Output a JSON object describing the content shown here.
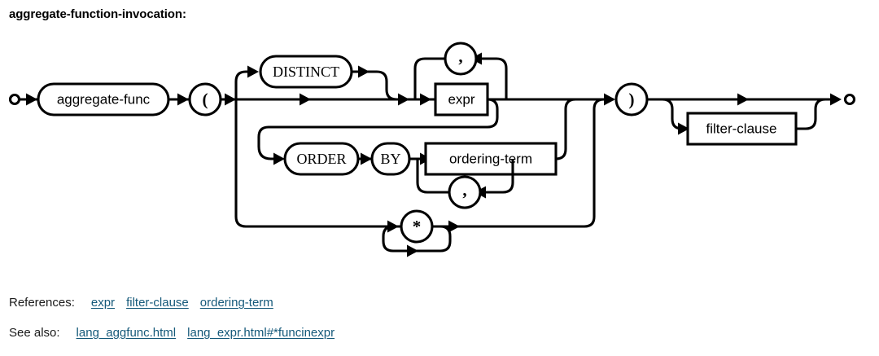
{
  "page": {
    "title": "aggregate-function-invocation:",
    "background": "#ffffff",
    "line_color": "#000000",
    "link_color": "#15597a"
  },
  "diagram": {
    "type": "railroad-syntax-diagram",
    "start_terminal": "start-dot",
    "end_terminal": "end-dot",
    "nodes": [
      {
        "id": "aggregate-func",
        "label": "aggregate-func",
        "shape": "bubble",
        "kind": "nonterminal"
      },
      {
        "id": "lparen",
        "label": "(",
        "shape": "circle",
        "kind": "punctuation"
      },
      {
        "id": "distinct",
        "label": "DISTINCT",
        "shape": "bubble",
        "kind": "keyword"
      },
      {
        "id": "expr",
        "label": "expr",
        "shape": "rect",
        "kind": "nonterminal"
      },
      {
        "id": "expr-comma",
        "label": ",",
        "shape": "circle",
        "kind": "punctuation"
      },
      {
        "id": "order",
        "label": "ORDER",
        "shape": "bubble",
        "kind": "keyword"
      },
      {
        "id": "by",
        "label": "BY",
        "shape": "bubble",
        "kind": "keyword"
      },
      {
        "id": "ordering-term",
        "label": "ordering-term",
        "shape": "rect",
        "kind": "nonterminal"
      },
      {
        "id": "order-comma",
        "label": ",",
        "shape": "circle",
        "kind": "punctuation"
      },
      {
        "id": "star",
        "label": "*",
        "shape": "circle",
        "kind": "punctuation"
      },
      {
        "id": "rparen",
        "label": ")",
        "shape": "circle",
        "kind": "punctuation"
      },
      {
        "id": "filter-clause",
        "label": "filter-clause",
        "shape": "rect",
        "kind": "nonterminal"
      }
    ]
  },
  "footer": {
    "references": {
      "label": "References:",
      "links": [
        "expr",
        "filter-clause",
        "ordering-term"
      ]
    },
    "see_also": {
      "label": "See also:",
      "links": [
        "lang_aggfunc.html",
        "lang_expr.html#*funcinexpr"
      ]
    }
  }
}
